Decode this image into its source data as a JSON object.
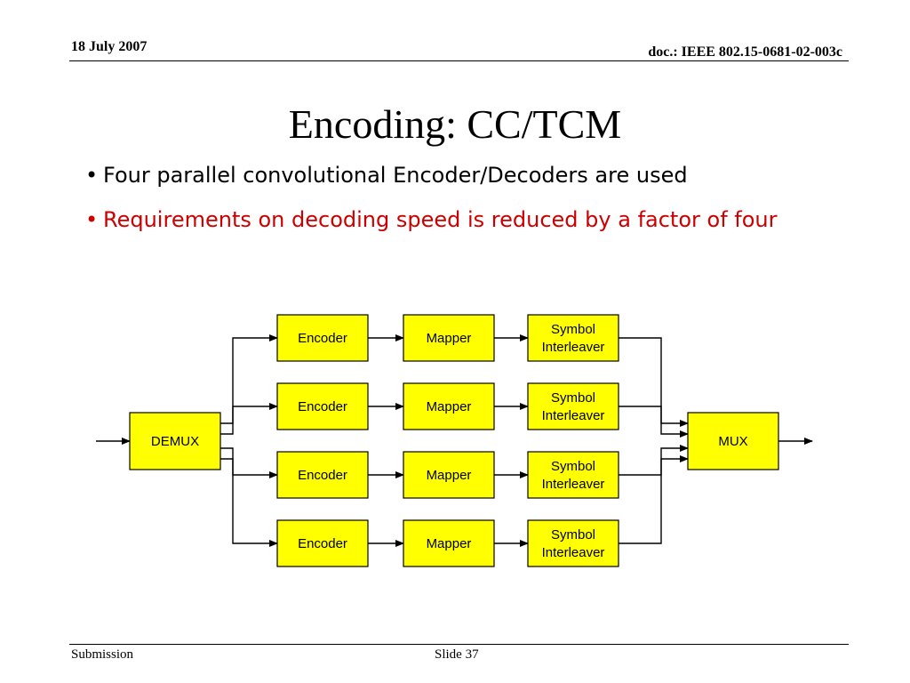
{
  "header": {
    "date": "18 July 2007",
    "doc_id": "doc.: IEEE 802.15-0681-02-003c"
  },
  "slide": {
    "title": "Encoding: CC/TCM",
    "bullets": [
      {
        "text": "Four parallel convolutional Encoder/Decoders are used",
        "color": "#000000"
      },
      {
        "text": "Requirements on decoding speed is reduced by a factor of four",
        "color": "#cc0000"
      }
    ],
    "bullet_glyph": "•"
  },
  "diagram": {
    "box_fill": "#ffff00",
    "demux_label": "DEMUX",
    "mux_label": "MUX",
    "branches": [
      {
        "encoder": "Encoder",
        "mapper": "Mapper",
        "interleaver_line1": "Symbol",
        "interleaver_line2": "Interleaver"
      },
      {
        "encoder": "Encoder",
        "mapper": "Mapper",
        "interleaver_line1": "Symbol",
        "interleaver_line2": "Interleaver"
      },
      {
        "encoder": "Encoder",
        "mapper": "Mapper",
        "interleaver_line1": "Symbol",
        "interleaver_line2": "Interleaver"
      },
      {
        "encoder": "Encoder",
        "mapper": "Mapper",
        "interleaver_line1": "Symbol",
        "interleaver_line2": "Interleaver"
      }
    ]
  },
  "footer": {
    "left": "Submission",
    "center": "Slide 37"
  }
}
